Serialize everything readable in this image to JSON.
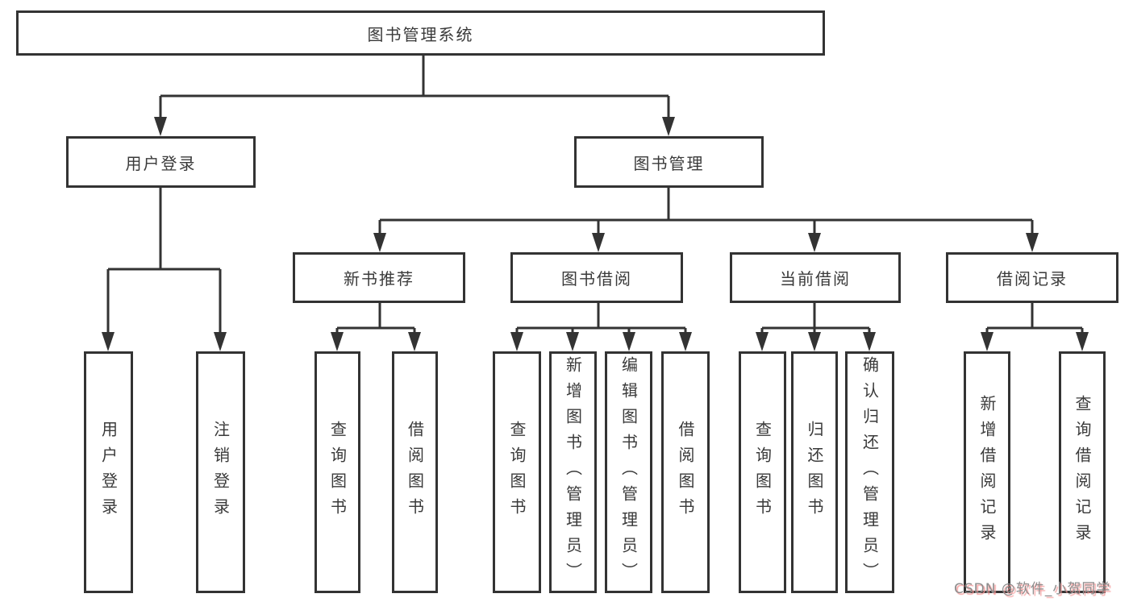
{
  "tree": {
    "root": "图书管理系统",
    "login": {
      "label": "用户登录",
      "children": [
        "用户登录",
        "注销登录"
      ]
    },
    "mgmt": {
      "label": "图书管理",
      "groups": [
        {
          "label": "新书推荐",
          "children": [
            "查询图书",
            "借阅图书"
          ]
        },
        {
          "label": "图书借阅",
          "children": [
            "查询图书",
            "新增图书（管理员）",
            "编辑图书（管理员）",
            "借阅图书"
          ]
        },
        {
          "label": "当前借阅",
          "children": [
            "查询图书",
            "归还图书",
            "确认归还（管理员）"
          ]
        },
        {
          "label": "借阅记录",
          "children": [
            "新增借阅记录",
            "查询借阅记录"
          ]
        }
      ]
    }
  },
  "watermark": "CSDN @软件_小贺同学",
  "colors": {
    "line": "#333333",
    "box_border": "#333333",
    "text": "#3a3a3a",
    "background": "#ffffff",
    "watermark_text": "#8d8d8d",
    "watermark_shadow": "#f49898"
  }
}
